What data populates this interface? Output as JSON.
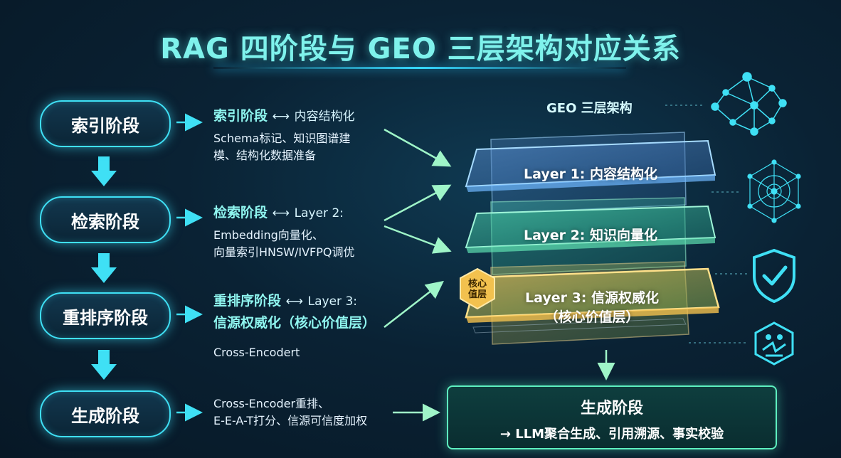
{
  "title": "RAG 四阶段与 GEO 三层架构对应关系",
  "stages": [
    {
      "label": "索引阶段"
    },
    {
      "label": "检索阶段"
    },
    {
      "label": "重排序阶段"
    },
    {
      "label": "生成阶段"
    }
  ],
  "blocks": [
    {
      "head": "索引阶段",
      "arrow": "⟷",
      "head_sub": "内容结构化",
      "body1": "Schema标记、知识图谱建",
      "body2": "模、结构化数据准备"
    },
    {
      "head": "检索阶段",
      "arrow": "⟷",
      "head_sub": "Layer 2:",
      "body1": "Embedding向量化、",
      "body2": "向量索引HNSW/IVFPQ调优"
    },
    {
      "head": "重排序阶段",
      "arrow": "⟷",
      "head_sub": "Layer 3:",
      "head2": "信源权威化（核心价值层）",
      "body1": "Cross-Encodert"
    },
    {
      "body1": "Cross-Encoder重排、",
      "body2": "E-E-A-T打分、信源可信度加权"
    }
  ],
  "geo_label": "GEO 三层架构",
  "layers": [
    {
      "text": "Layer 1: 内容结构化"
    },
    {
      "text": "Layer 2: 知识向量化"
    },
    {
      "text1": "Layer 3: 信源权威化",
      "text2": "（核心价值层）"
    }
  ],
  "badge": {
    "line1": "核心",
    "line2": "值层"
  },
  "generation": {
    "title": "生成阶段",
    "subtitle": "→ LLM聚合生成、引用溯源、事实校验"
  },
  "colors": {
    "cyan": "#3fe0f5",
    "teal": "#8ff5ef",
    "gold": "#f2c14e",
    "green": "#5ef0c0"
  },
  "icons": [
    "network-icon",
    "globe-network-icon",
    "shield-check-icon",
    "community-icon"
  ]
}
